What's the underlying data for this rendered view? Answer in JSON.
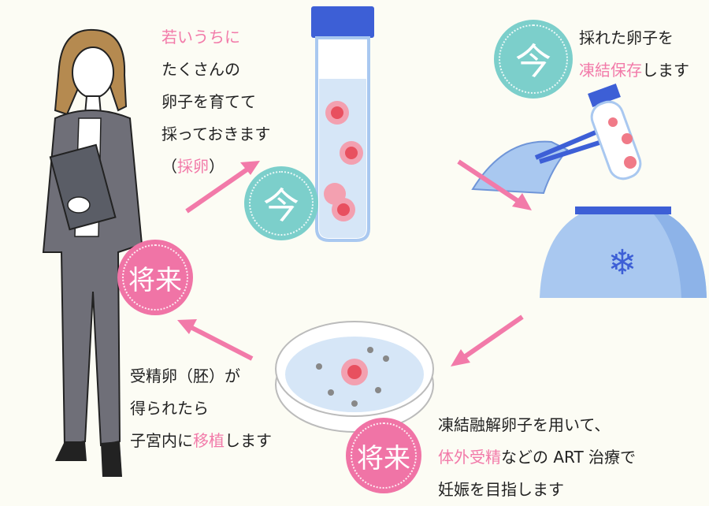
{
  "step_now_egg_retrieval": {
    "badge": "今",
    "lines": [
      "若いうちに",
      "たくさんの",
      "卵子を育てて",
      "採っておきます"
    ],
    "paren_open": "（",
    "highlight": "採卵",
    "paren_close": "）"
  },
  "step_now_freezing": {
    "badge": "今",
    "line1": "採れた卵子を",
    "highlight": "凍結保存",
    "line2_rest": "します"
  },
  "step_future_ivf": {
    "badge": "将来",
    "line1": "凍結融解卵子を用いて、",
    "highlight": "体外受精",
    "line2_rest": "などの ART 治療で",
    "line3": "妊娠を目指します"
  },
  "step_future_transfer": {
    "badge": "将来",
    "line1": "受精卵（胚）が",
    "line2": "得られたら",
    "line3_pre": "子宮内に",
    "highlight": "移植",
    "line3_rest": "します"
  },
  "colors": {
    "pink": "#f27aa9",
    "teal": "#7ccfcb",
    "blue": "#a9c8f0",
    "cap_blue": "#3d5fd6",
    "background": "#fcfcf4"
  }
}
